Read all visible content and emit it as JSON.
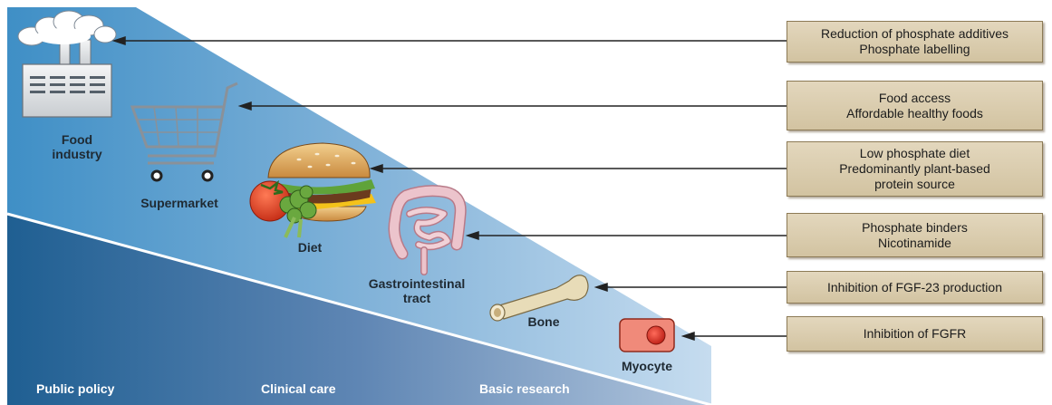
{
  "boxes": [
    {
      "lines": [
        "Reduction of phosphate additives",
        "Phosphate labelling"
      ]
    },
    {
      "lines": [
        "Food access",
        "Affordable healthy foods"
      ]
    },
    {
      "lines": [
        "Low phosphate diet",
        "Predominantly plant-based",
        "protein source"
      ]
    },
    {
      "lines": [
        "Phosphate binders",
        "Nicotinamide"
      ]
    },
    {
      "lines": [
        "Inhibition of FGF-23 production"
      ]
    },
    {
      "lines": [
        "Inhibition of FGFR"
      ]
    }
  ],
  "labels": {
    "food_industry": [
      "Food",
      "industry"
    ],
    "supermarket": "Supermarket",
    "diet": "Diet",
    "gi_tract": [
      "Gastrointestinal",
      "tract"
    ],
    "bone": "Bone",
    "myocyte": "Myocyte"
  },
  "axis_labels": {
    "public_policy": "Public policy",
    "clinical_care": "Clinical care",
    "basic_research": "Basic research"
  },
  "colors": {
    "wedge_light": "#a9cbe6",
    "wedge_dark": "#2f6f9e",
    "box_fill": "#d9ccae",
    "arrow": "#222222"
  }
}
